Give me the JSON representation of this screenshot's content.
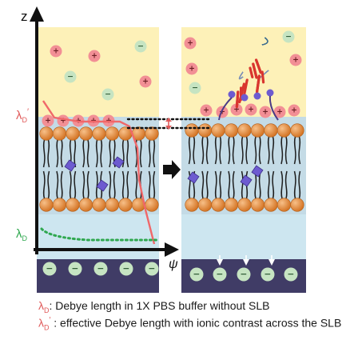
{
  "axes": {
    "z_label": "z",
    "psi_label": "ψ"
  },
  "labels": {
    "lambda_symbol": "λ",
    "lambda_sub": "D",
    "lambda_prime": "′"
  },
  "legend": [
    {
      "symbol": "λ",
      "sub": "D",
      "prime": "",
      "text": ": Debye length in 1X PBS buffer without SLB"
    },
    {
      "symbol": "λ",
      "sub": "D",
      "prime": "′",
      "text": " : effective Debye length with ionic contrast across the SLB"
    }
  ],
  "colors": {
    "solution": "#fdf1b8",
    "buffer": "#cde6f0",
    "membrane_band": "#c4dbe6",
    "substrate": "#403c66",
    "head": "#e98b3b",
    "anion_ion": "#c6e4c2",
    "cation_ion": "#f28f95",
    "curve": "#f0686a",
    "debye_dots": "#2fa84f",
    "arrow": "#111111",
    "protein": "#5b74a6",
    "protein_core": "#d9362f",
    "symbol_red": "#e05a5a"
  },
  "ions": {
    "cation_symbol": "+",
    "anion_symbol": "−"
  }
}
